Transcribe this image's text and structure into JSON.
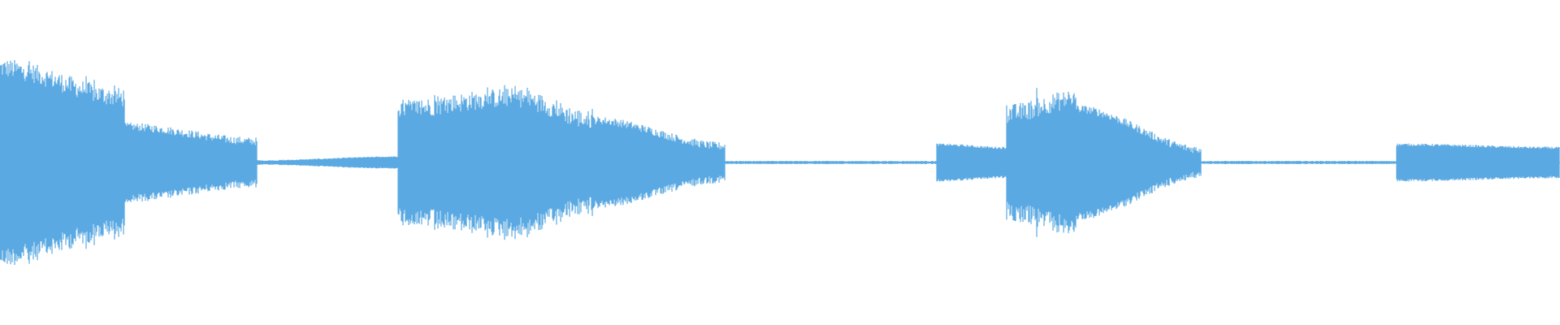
{
  "waveform": {
    "color": "#5aa9e2",
    "segments": [
      {
        "start": 0.0,
        "end": 0.08,
        "amp_start": 0.58,
        "amp_end": 0.4,
        "texture": "dense-spiky"
      },
      {
        "start": 0.08,
        "end": 0.165,
        "amp_start": 0.22,
        "amp_end": 0.13,
        "texture": "dense"
      },
      {
        "start": 0.165,
        "end": 0.255,
        "amp_start": 0.012,
        "amp_end": 0.035,
        "texture": "tail"
      },
      {
        "start": 0.255,
        "end": 0.33,
        "amp_start": 0.33,
        "amp_end": 0.4,
        "texture": "dense-spiky"
      },
      {
        "start": 0.33,
        "end": 0.38,
        "amp_start": 0.4,
        "amp_end": 0.26,
        "texture": "dense-spiky"
      },
      {
        "start": 0.38,
        "end": 0.465,
        "amp_start": 0.26,
        "amp_end": 0.1,
        "texture": "dense"
      },
      {
        "start": 0.465,
        "end": 0.6,
        "amp_start": 0.008,
        "amp_end": 0.008,
        "texture": "silence"
      },
      {
        "start": 0.6,
        "end": 0.645,
        "amp_start": 0.11,
        "amp_end": 0.09,
        "texture": "flat"
      },
      {
        "start": 0.645,
        "end": 0.69,
        "amp_start": 0.3,
        "amp_end": 0.39,
        "texture": "dense-spiky"
      },
      {
        "start": 0.69,
        "end": 0.77,
        "amp_start": 0.33,
        "amp_end": 0.08,
        "texture": "dense"
      },
      {
        "start": 0.77,
        "end": 0.895,
        "amp_start": 0.008,
        "amp_end": 0.008,
        "texture": "silence"
      },
      {
        "start": 0.895,
        "end": 1.0,
        "amp_start": 0.11,
        "amp_end": 0.09,
        "texture": "flat"
      }
    ]
  }
}
